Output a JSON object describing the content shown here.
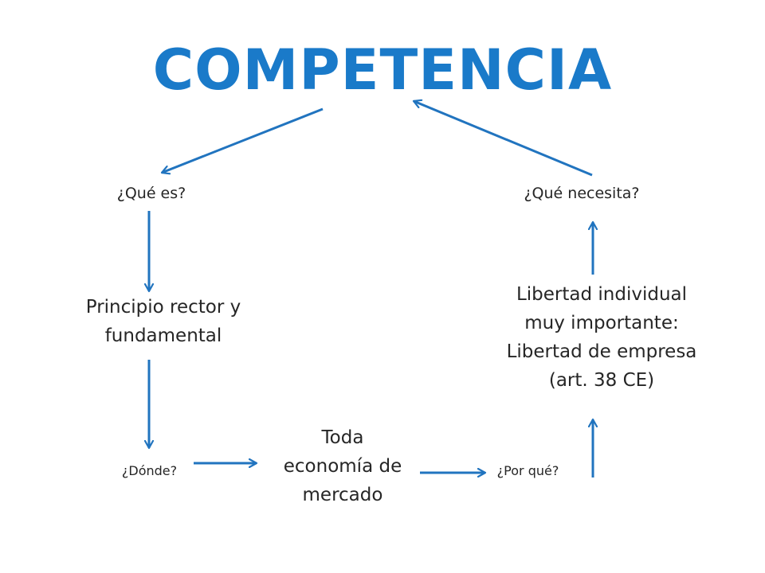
{
  "colors": {
    "title": "#1a7ac9",
    "arrow": "#2174bf",
    "text": "#262626"
  },
  "title": "COMPETENCIA",
  "nodes": {
    "que_es": "¿Qué es?",
    "que_necesita": "¿Qué necesita?",
    "principio": [
      "Principio rector y",
      "fundamental"
    ],
    "libertad": [
      "Libertad individual",
      "muy importante:",
      "Libertad de empresa",
      "(art. 38 CE)"
    ],
    "donde": "¿Dónde?",
    "economia": [
      "Toda",
      "economía de",
      "mercado"
    ],
    "por_que": "¿Por qué?"
  }
}
